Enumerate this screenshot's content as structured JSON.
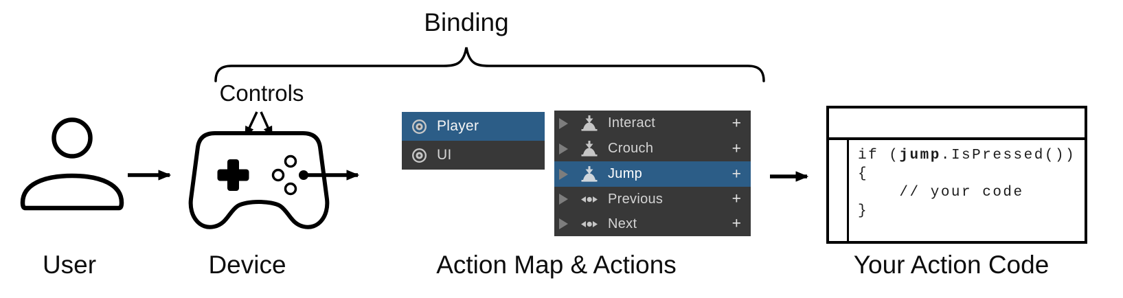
{
  "diagram": {
    "binding_label": "Binding",
    "controls_label": "Controls",
    "stage_labels": {
      "user": "User",
      "device": "Device",
      "action_map": "Action Map & Actions",
      "action_code": "Your Action Code"
    }
  },
  "action_maps": {
    "items": [
      {
        "label": "Player",
        "selected": true
      },
      {
        "label": "UI",
        "selected": false
      }
    ]
  },
  "actions": {
    "items": [
      {
        "label": "Interact",
        "icon": "button-press-icon",
        "add": "+",
        "selected": false
      },
      {
        "label": "Crouch",
        "icon": "button-press-icon",
        "add": "+",
        "selected": false
      },
      {
        "label": "Jump",
        "icon": "button-press-icon",
        "add": "+",
        "selected": true
      },
      {
        "label": "Previous",
        "icon": "axis-composite-icon",
        "add": "+",
        "selected": false
      },
      {
        "label": "Next",
        "icon": "axis-composite-icon",
        "add": "+",
        "selected": false
      }
    ]
  },
  "code_window": {
    "line1_pre": "if (",
    "line1_bold": "jump",
    "line1_post": ".IsPressed())",
    "line2": "{",
    "line3": "    // your code",
    "line4": "}"
  },
  "colors": {
    "selection_blue": "#2C5D87",
    "panel_dark": "#383838",
    "panel_text": "#D4D4D4",
    "panel_icon_gray": "#C6C6C6",
    "line_black": "#000000"
  }
}
